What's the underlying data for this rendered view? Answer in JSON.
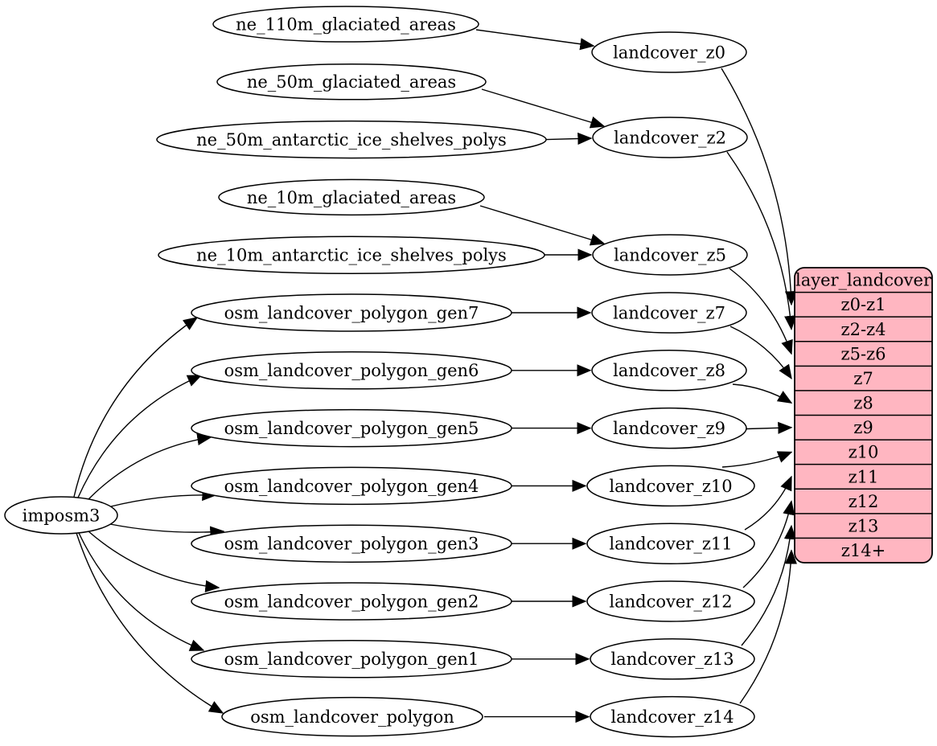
{
  "diagram": {
    "colors": {
      "record_fill": "#ffb6c1",
      "node_fill": "#ffffff",
      "edge_stroke": "#000000",
      "text": "#000000"
    },
    "nodes": [
      {
        "id": "imposm3",
        "label": "imposm3"
      },
      {
        "id": "ne_110m_glaciated_areas",
        "label": "ne_110m_glaciated_areas"
      },
      {
        "id": "ne_50m_glaciated_areas",
        "label": "ne_50m_glaciated_areas"
      },
      {
        "id": "ne_50m_antarctic_ice_shelves_polys",
        "label": "ne_50m_antarctic_ice_shelves_polys"
      },
      {
        "id": "ne_10m_glaciated_areas",
        "label": "ne_10m_glaciated_areas"
      },
      {
        "id": "ne_10m_antarctic_ice_shelves_polys",
        "label": "ne_10m_antarctic_ice_shelves_polys"
      },
      {
        "id": "osm_landcover_polygon_gen7",
        "label": "osm_landcover_polygon_gen7"
      },
      {
        "id": "osm_landcover_polygon_gen6",
        "label": "osm_landcover_polygon_gen6"
      },
      {
        "id": "osm_landcover_polygon_gen5",
        "label": "osm_landcover_polygon_gen5"
      },
      {
        "id": "osm_landcover_polygon_gen4",
        "label": "osm_landcover_polygon_gen4"
      },
      {
        "id": "osm_landcover_polygon_gen3",
        "label": "osm_landcover_polygon_gen3"
      },
      {
        "id": "osm_landcover_polygon_gen2",
        "label": "osm_landcover_polygon_gen2"
      },
      {
        "id": "osm_landcover_polygon_gen1",
        "label": "osm_landcover_polygon_gen1"
      },
      {
        "id": "osm_landcover_polygon",
        "label": "osm_landcover_polygon"
      },
      {
        "id": "landcover_z0",
        "label": "landcover_z0"
      },
      {
        "id": "landcover_z2",
        "label": "landcover_z2"
      },
      {
        "id": "landcover_z5",
        "label": "landcover_z5"
      },
      {
        "id": "landcover_z7",
        "label": "landcover_z7"
      },
      {
        "id": "landcover_z8",
        "label": "landcover_z8"
      },
      {
        "id": "landcover_z9",
        "label": "landcover_z9"
      },
      {
        "id": "landcover_z10",
        "label": "landcover_z10"
      },
      {
        "id": "landcover_z11",
        "label": "landcover_z11"
      },
      {
        "id": "landcover_z12",
        "label": "landcover_z12"
      },
      {
        "id": "landcover_z13",
        "label": "landcover_z13"
      },
      {
        "id": "landcover_z14",
        "label": "landcover_z14"
      }
    ],
    "record": {
      "id": "layer_landcover",
      "title": "layer_landcover",
      "rows": [
        "z0-z1",
        "z2-z4",
        "z5-z6",
        "z7",
        "z8",
        "z9",
        "z10",
        "z11",
        "z12",
        "z13",
        "z14+"
      ]
    },
    "edges": [
      {
        "from": "imposm3",
        "to": "osm_landcover_polygon_gen7"
      },
      {
        "from": "imposm3",
        "to": "osm_landcover_polygon_gen6"
      },
      {
        "from": "imposm3",
        "to": "osm_landcover_polygon_gen5"
      },
      {
        "from": "imposm3",
        "to": "osm_landcover_polygon_gen4"
      },
      {
        "from": "imposm3",
        "to": "osm_landcover_polygon_gen3"
      },
      {
        "from": "imposm3",
        "to": "osm_landcover_polygon_gen2"
      },
      {
        "from": "imposm3",
        "to": "osm_landcover_polygon_gen1"
      },
      {
        "from": "imposm3",
        "to": "osm_landcover_polygon"
      },
      {
        "from": "ne_110m_glaciated_areas",
        "to": "landcover_z0"
      },
      {
        "from": "ne_50m_glaciated_areas",
        "to": "landcover_z2"
      },
      {
        "from": "ne_50m_antarctic_ice_shelves_polys",
        "to": "landcover_z2"
      },
      {
        "from": "ne_10m_glaciated_areas",
        "to": "landcover_z5"
      },
      {
        "from": "ne_10m_antarctic_ice_shelves_polys",
        "to": "landcover_z5"
      },
      {
        "from": "osm_landcover_polygon_gen7",
        "to": "landcover_z7"
      },
      {
        "from": "osm_landcover_polygon_gen6",
        "to": "landcover_z8"
      },
      {
        "from": "osm_landcover_polygon_gen5",
        "to": "landcover_z9"
      },
      {
        "from": "osm_landcover_polygon_gen4",
        "to": "landcover_z10"
      },
      {
        "from": "osm_landcover_polygon_gen3",
        "to": "landcover_z11"
      },
      {
        "from": "osm_landcover_polygon_gen2",
        "to": "landcover_z12"
      },
      {
        "from": "osm_landcover_polygon_gen1",
        "to": "landcover_z13"
      },
      {
        "from": "osm_landcover_polygon",
        "to": "landcover_z14"
      },
      {
        "from": "landcover_z0",
        "to": "layer_landcover",
        "port": "z0-z1"
      },
      {
        "from": "landcover_z2",
        "to": "layer_landcover",
        "port": "z2-z4"
      },
      {
        "from": "landcover_z5",
        "to": "layer_landcover",
        "port": "z5-z6"
      },
      {
        "from": "landcover_z7",
        "to": "layer_landcover",
        "port": "z7"
      },
      {
        "from": "landcover_z8",
        "to": "layer_landcover",
        "port": "z8"
      },
      {
        "from": "landcover_z9",
        "to": "layer_landcover",
        "port": "z9"
      },
      {
        "from": "landcover_z10",
        "to": "layer_landcover",
        "port": "z10"
      },
      {
        "from": "landcover_z11",
        "to": "layer_landcover",
        "port": "z11"
      },
      {
        "from": "landcover_z12",
        "to": "layer_landcover",
        "port": "z12"
      },
      {
        "from": "landcover_z13",
        "to": "layer_landcover",
        "port": "z13"
      },
      {
        "from": "landcover_z14",
        "to": "layer_landcover",
        "port": "z14+"
      }
    ]
  }
}
